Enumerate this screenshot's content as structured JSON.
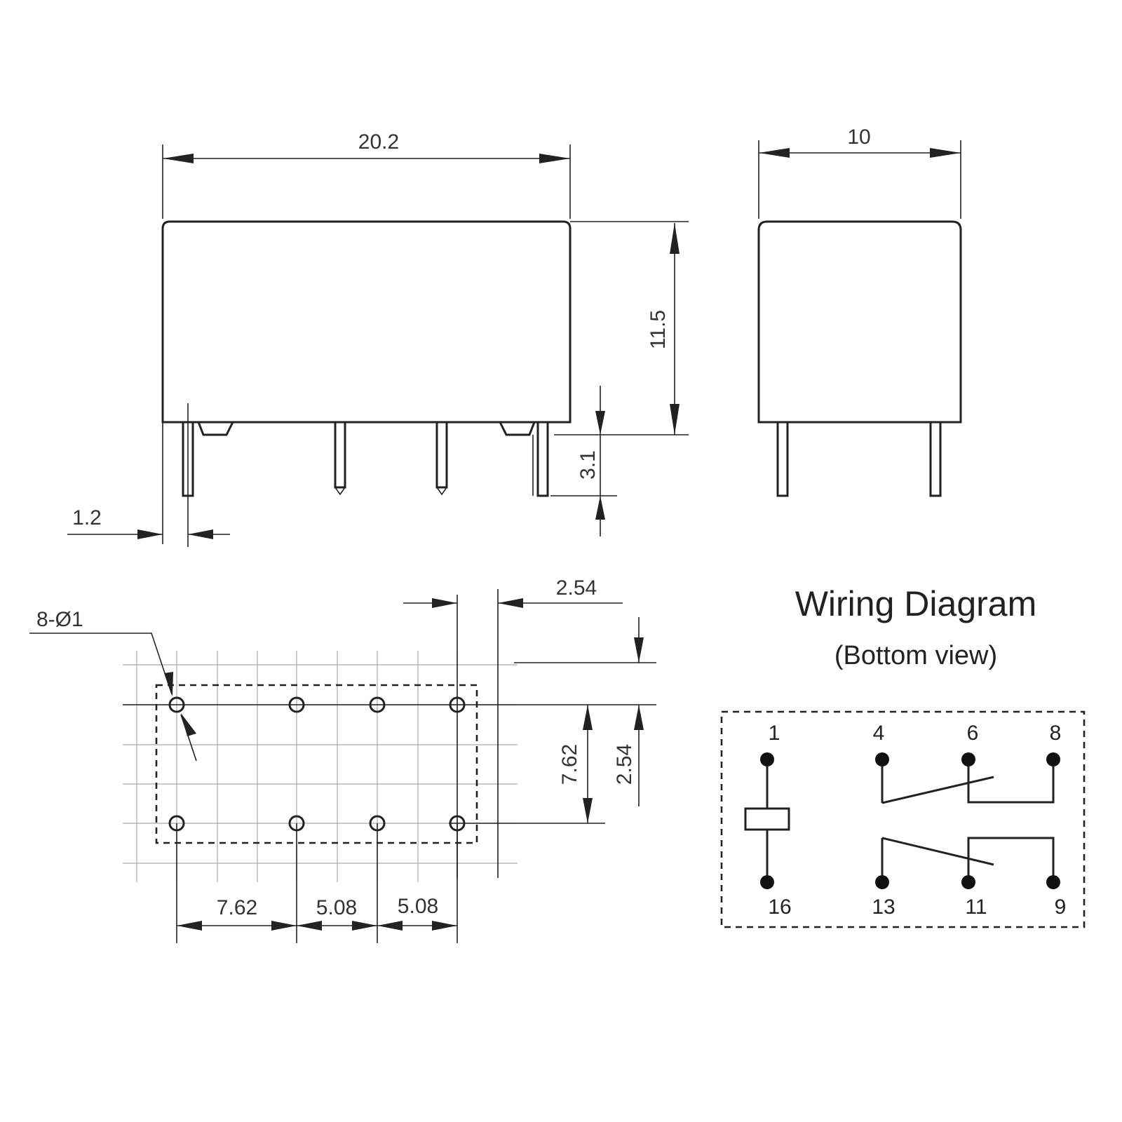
{
  "dimensions": {
    "body_length": "20.2",
    "body_height": "11.5",
    "pin_length": "3.1",
    "pin_offset": "1.2",
    "body_width": "10",
    "hole_spec": "8-Ø1",
    "grid_pitch_top": "2.54",
    "row_spacing": "7.62",
    "grid_pitch_side": "2.54",
    "pin_spacing_1": "7.62",
    "pin_spacing_2": "5.08",
    "pin_spacing_3": "5.08"
  },
  "wiring": {
    "title": "Wiring Diagram",
    "subtitle": "(Bottom view)",
    "pins_top": [
      "1",
      "4",
      "6",
      "8"
    ],
    "pins_bottom": [
      "16",
      "13",
      "11",
      "9"
    ]
  }
}
